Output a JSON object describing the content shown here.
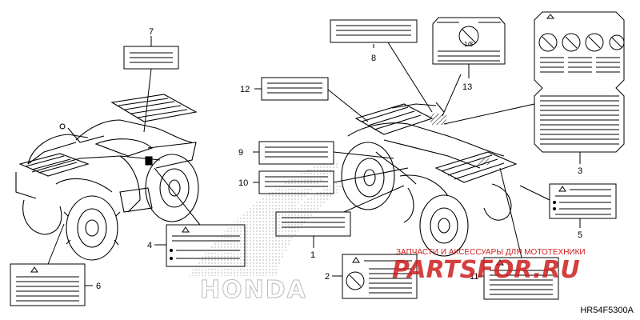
{
  "diagram": {
    "code": "HR54F5300A",
    "callouts": [
      "1",
      "2",
      "3",
      "5",
      "6",
      "7",
      "8",
      "9",
      "10",
      "11",
      "12",
      "13",
      "4"
    ],
    "watermark": {
      "line1": "ЗАПЧАСТИ И АКСЕССУАРЫ ДЛЯ МОТОТЕХНИКИ",
      "line2": "PARTSFOR.RU",
      "brand": "HONDA"
    },
    "label_12_text": "1/8"
  },
  "colors": {
    "watermark_red": "#cc1d1d",
    "ink": "#000000"
  }
}
